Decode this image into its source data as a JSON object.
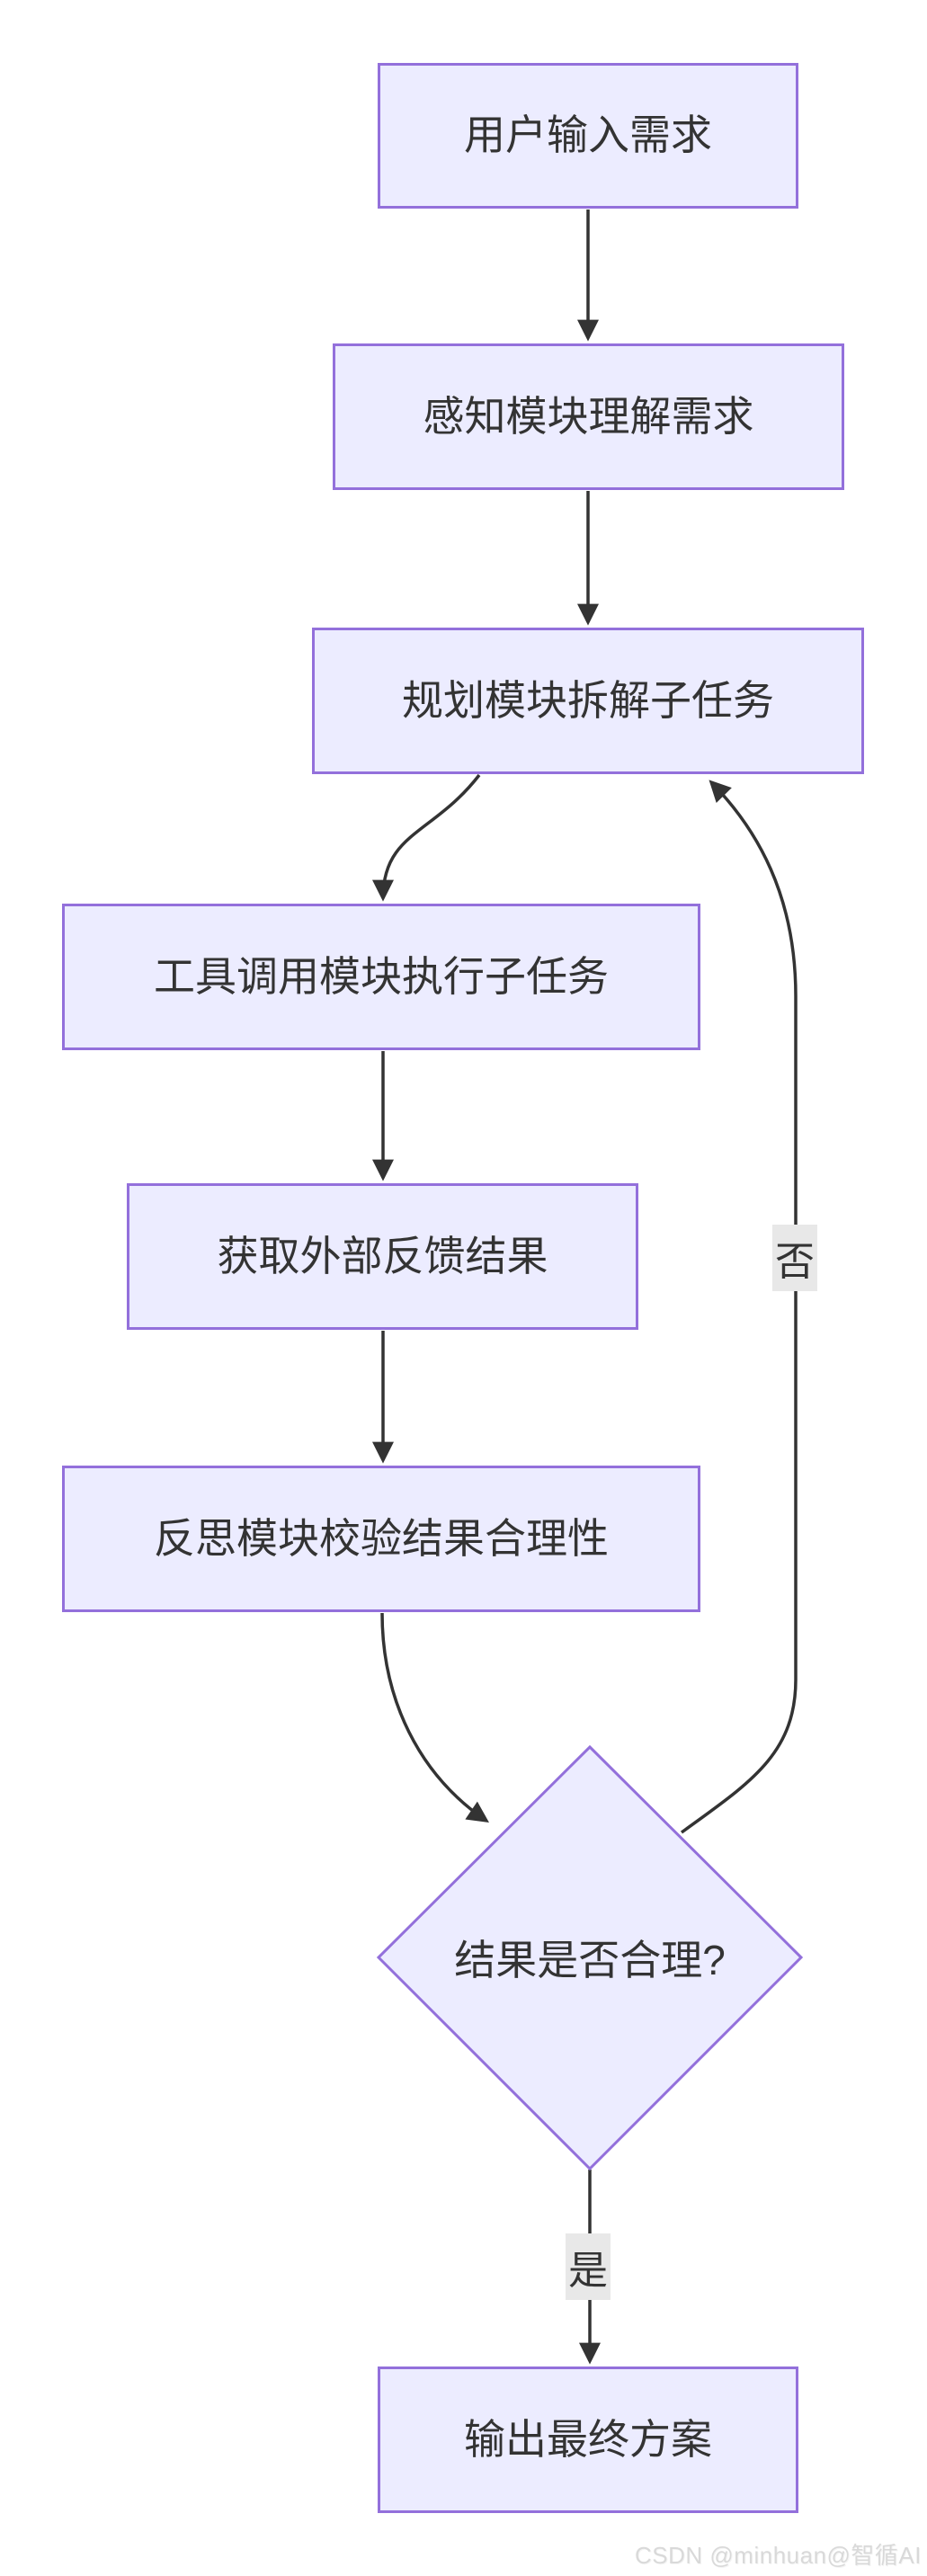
{
  "diagram": {
    "nodes": [
      {
        "id": "A",
        "label": "用户输入需求"
      },
      {
        "id": "B",
        "label": "感知模块理解需求"
      },
      {
        "id": "C",
        "label": "规划模块拆解子任务"
      },
      {
        "id": "D",
        "label": "工具调用模块执行子任务"
      },
      {
        "id": "E",
        "label": "获取外部反馈结果"
      },
      {
        "id": "F",
        "label": "反思模块校验结果合理性"
      },
      {
        "id": "G",
        "label": "结果是否合理?"
      },
      {
        "id": "H",
        "label": "输出最终方案"
      }
    ],
    "edge_labels": {
      "no": "否",
      "yes": "是"
    },
    "colors": {
      "node_fill": "#ECECFF",
      "node_border": "#9370DB",
      "edge": "#333333",
      "label_bg": "#e8e8e8",
      "text": "#333333"
    }
  },
  "watermark": "CSDN @minhuan@智循AI"
}
